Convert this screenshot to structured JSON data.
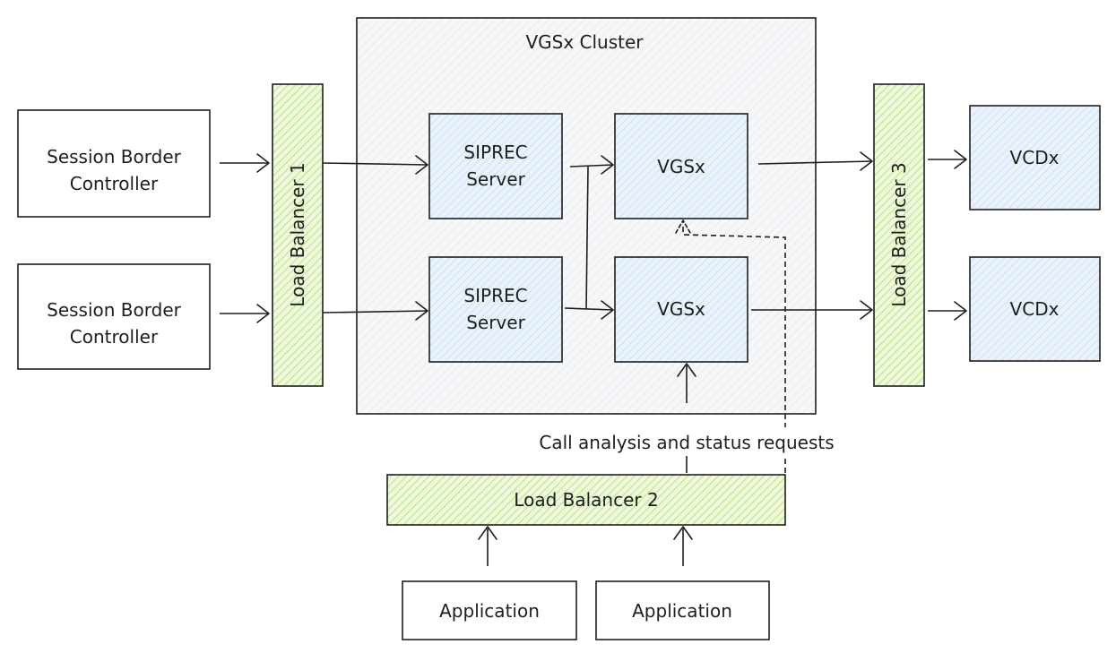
{
  "diagram": {
    "cluster_title": "VGSx Cluster",
    "sbc_1": "Session Border Controller",
    "sbc_2": "Session Border Controller",
    "load_balancer_1": "Load Balancer 1",
    "load_balancer_2": "Load Balancer 2",
    "load_balancer_3": "Load Balancer 3",
    "siprec_1": "SIPREC Server",
    "siprec_2": "SIPREC Server",
    "vgsx_1": "VGSx",
    "vgsx_2": "VGSx",
    "vcdx_1": "VCDx",
    "vcdx_2": "VCDx",
    "application_1": "Application",
    "application_2": "Application",
    "edge_label": "Call analysis and status requests"
  },
  "colors": {
    "stroke": "#1e1e1e",
    "cluster_fill": "#f1f3f5",
    "component_fill": "#e7f0fb",
    "load_balancer_fill": "#e9f5d0",
    "load_balancer_hatch": "#a9d65a",
    "component_hatch": "#b3cdf0"
  }
}
